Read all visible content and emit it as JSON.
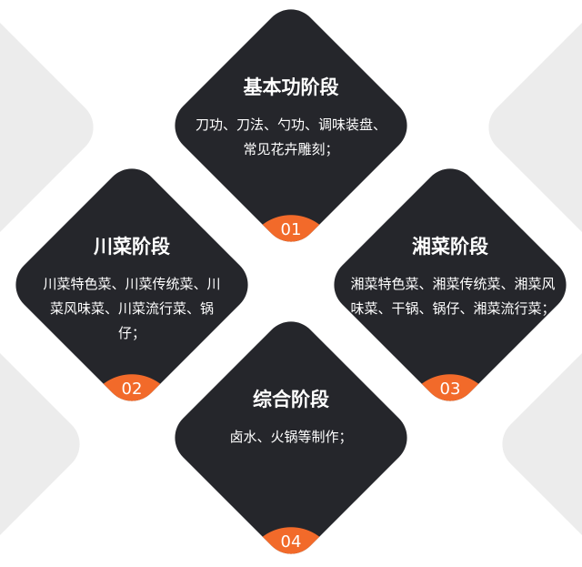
{
  "stages": [
    {
      "number": "01",
      "title": "基本功阶段",
      "desc": "刀功、刀法、勺功、调味装盘、常见花卉雕刻；"
    },
    {
      "number": "02",
      "title": "川菜阶段",
      "desc": "川菜特色菜、川菜传统菜、川菜风味菜、川菜流行菜、锅仔；"
    },
    {
      "number": "03",
      "title": "湘菜阶段",
      "desc": "湘菜特色菜、湘菜传统菜、湘菜风味菜、干锅、锅仔、湘菜流行菜；"
    },
    {
      "number": "04",
      "title": "综合阶段",
      "desc": "卤水、火锅等制作；"
    }
  ],
  "colors": {
    "card": "#25262b",
    "accent": "#f26a2a",
    "background_shape": "#ececec"
  }
}
